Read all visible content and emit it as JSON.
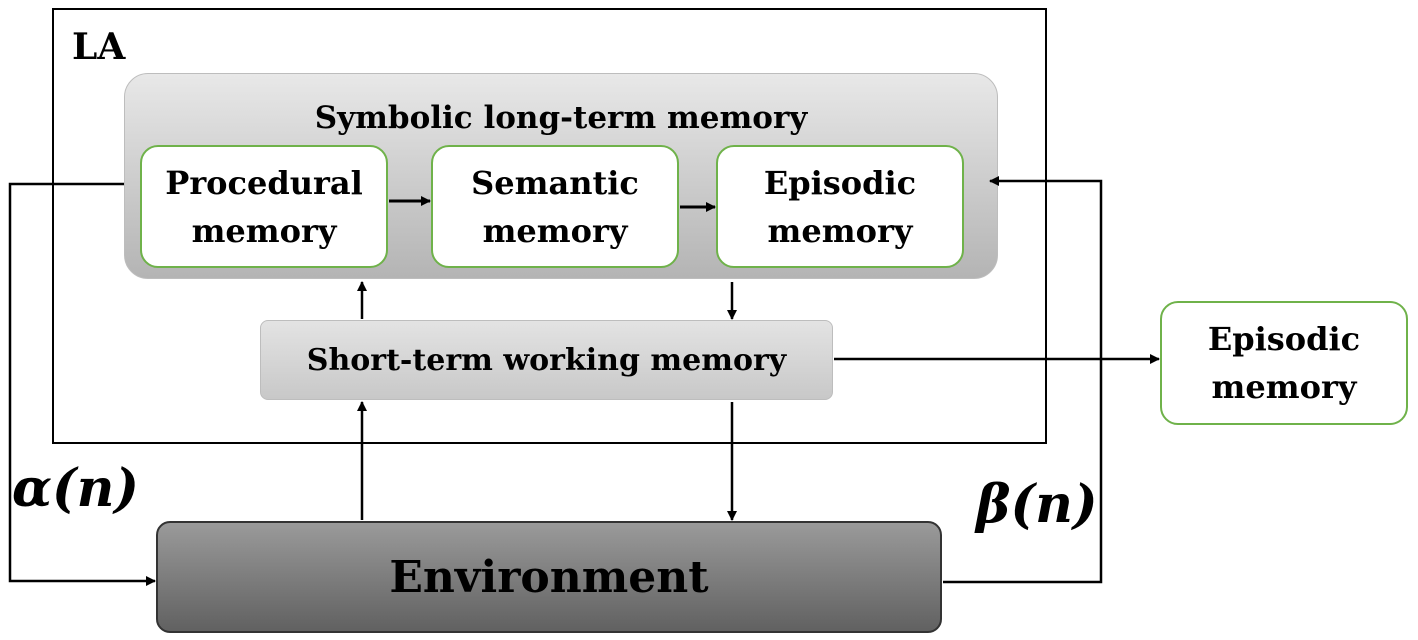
{
  "la_label": "LA",
  "ltm": {
    "title": "Symbolic long-term memory",
    "procedural": "Procedural\nmemory",
    "semantic": "Semantic\nmemory",
    "episodic": "Episodic\nmemory"
  },
  "working_memory": "Short-term working memory",
  "external_episodic": "Episodic\nmemory",
  "environment": "Environment",
  "alpha": "α(n)",
  "beta": "β(n)"
}
